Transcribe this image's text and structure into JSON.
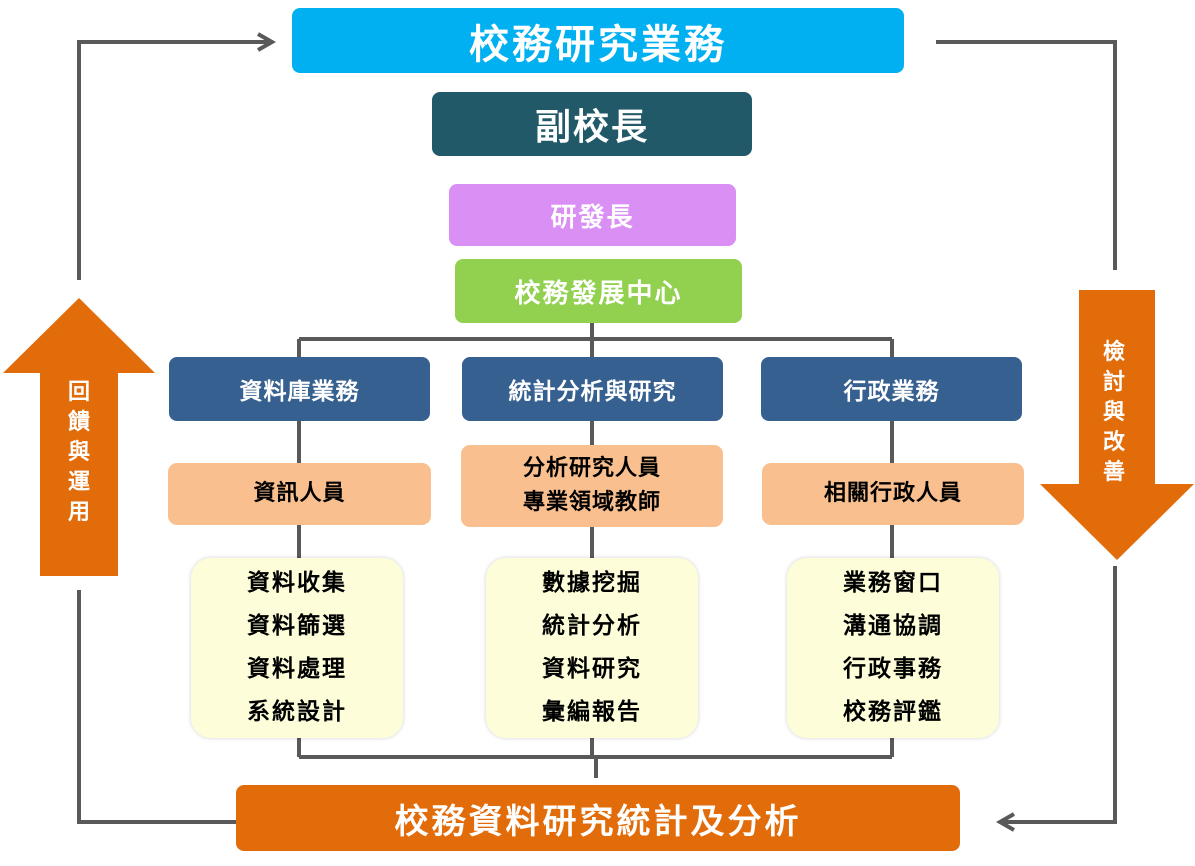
{
  "top_title": "校務研究業務",
  "vice_president": "副校長",
  "rd_dean": "研發長",
  "center": "校務發展中心",
  "departments": [
    {
      "title": "資料庫業務",
      "staff": [
        "資訊人員"
      ],
      "tasks": [
        "資料收集",
        "資料篩選",
        "資料處理",
        "系統設計"
      ]
    },
    {
      "title": "統計分析與研究",
      "staff": [
        "分析研究人員",
        "專業領域教師"
      ],
      "tasks": [
        "數據挖掘",
        "統計分析",
        "資料研究",
        "彙編報告"
      ]
    },
    {
      "title": "行政業務",
      "staff": [
        "相關行政人員"
      ],
      "tasks": [
        "業務窗口",
        "溝通協調",
        "行政事務",
        "校務評鑑"
      ]
    }
  ],
  "bottom_title": "校務資料研究統計及分析",
  "left_arrow_label": [
    "回",
    "饋",
    "與",
    "運",
    "用"
  ],
  "right_arrow_label": [
    "檢",
    "討",
    "與",
    "改",
    "善"
  ],
  "colors": {
    "top": "#00b0f0",
    "vice_president": "#215968",
    "rd_dean": "#da8ff5",
    "center": "#92d050",
    "department": "#35608f",
    "staff": "#f9bf8f",
    "tasks": "#fdfdd9",
    "bottom": "#e36c0a",
    "arrow": "#e36c0a",
    "connector": "#595959"
  }
}
